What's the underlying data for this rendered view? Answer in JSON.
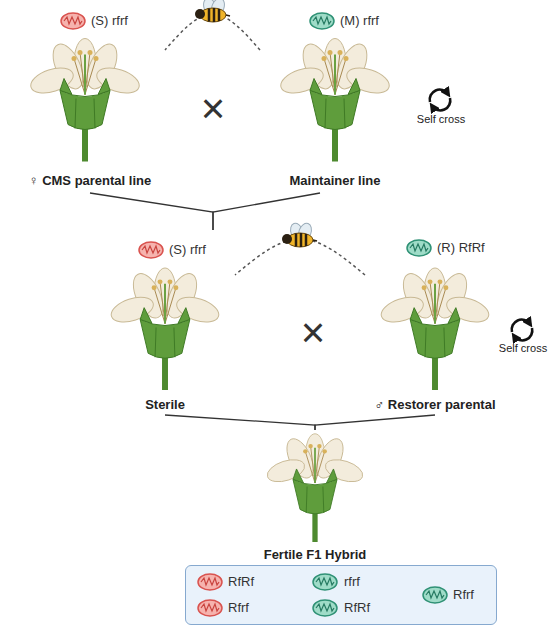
{
  "diagram": {
    "nodes": [
      {
        "text": [
          "(S) rfrf",
          "♀ CMS parental line"
        ]
      },
      {
        "text": [
          "(M) rfrf",
          "Maintainer line"
        ]
      },
      {
        "text": [
          "(S) rfrf",
          "Sterile"
        ]
      },
      {
        "text": [
          "(R) RfRf",
          "♂ Restorer parental"
        ]
      },
      {
        "text": [
          "Fertile F1 Hybrid"
        ]
      },
      {
        "text": [
          "RfRf",
          "rfrf",
          "Rfrf",
          "Rfrf",
          "RfRf"
        ]
      }
    ],
    "edges": [
      {
        "from": 1,
        "to": 0,
        "arrow": "none"
      },
      {
        "from": 0,
        "to": 2,
        "arrow": "none"
      },
      {
        "from": 1,
        "to": 2,
        "arrow": "none"
      },
      {
        "from": 3,
        "to": 2,
        "arrow": "none"
      },
      {
        "from": 2,
        "to": 4,
        "arrow": "none"
      },
      {
        "from": 3,
        "to": 4,
        "arrow": "none"
      }
    ],
    "labels": [
      "×",
      "Self cross",
      "×",
      "Self cross"
    ]
  }
}
